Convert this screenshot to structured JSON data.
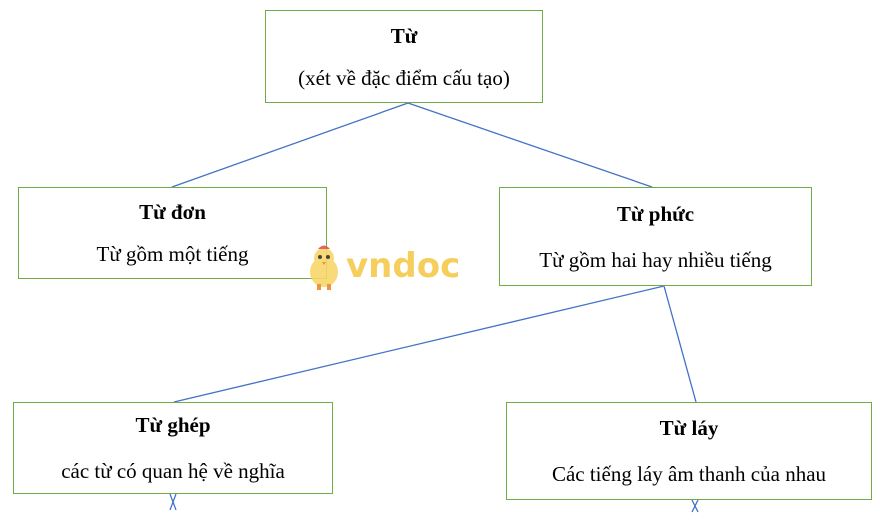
{
  "nodes": {
    "root": {
      "title": "Từ",
      "desc": "(xét về đặc điểm cấu tạo)"
    },
    "don": {
      "title": "Từ đơn",
      "desc": "Từ gồm một tiếng"
    },
    "phuc": {
      "title": "Từ phức",
      "desc": "Từ gồm hai hay nhiều tiếng"
    },
    "ghep": {
      "title": "Từ ghép",
      "desc": "các từ có quan hệ về nghĩa"
    },
    "lay": {
      "title": "Từ láy",
      "desc": "Các tiếng láy âm thanh của nhau"
    }
  },
  "watermark": {
    "text": "vndoc"
  },
  "colors": {
    "box_border": "#70ad47",
    "connector": "#4472c4",
    "watermark": "#f6c94a"
  }
}
